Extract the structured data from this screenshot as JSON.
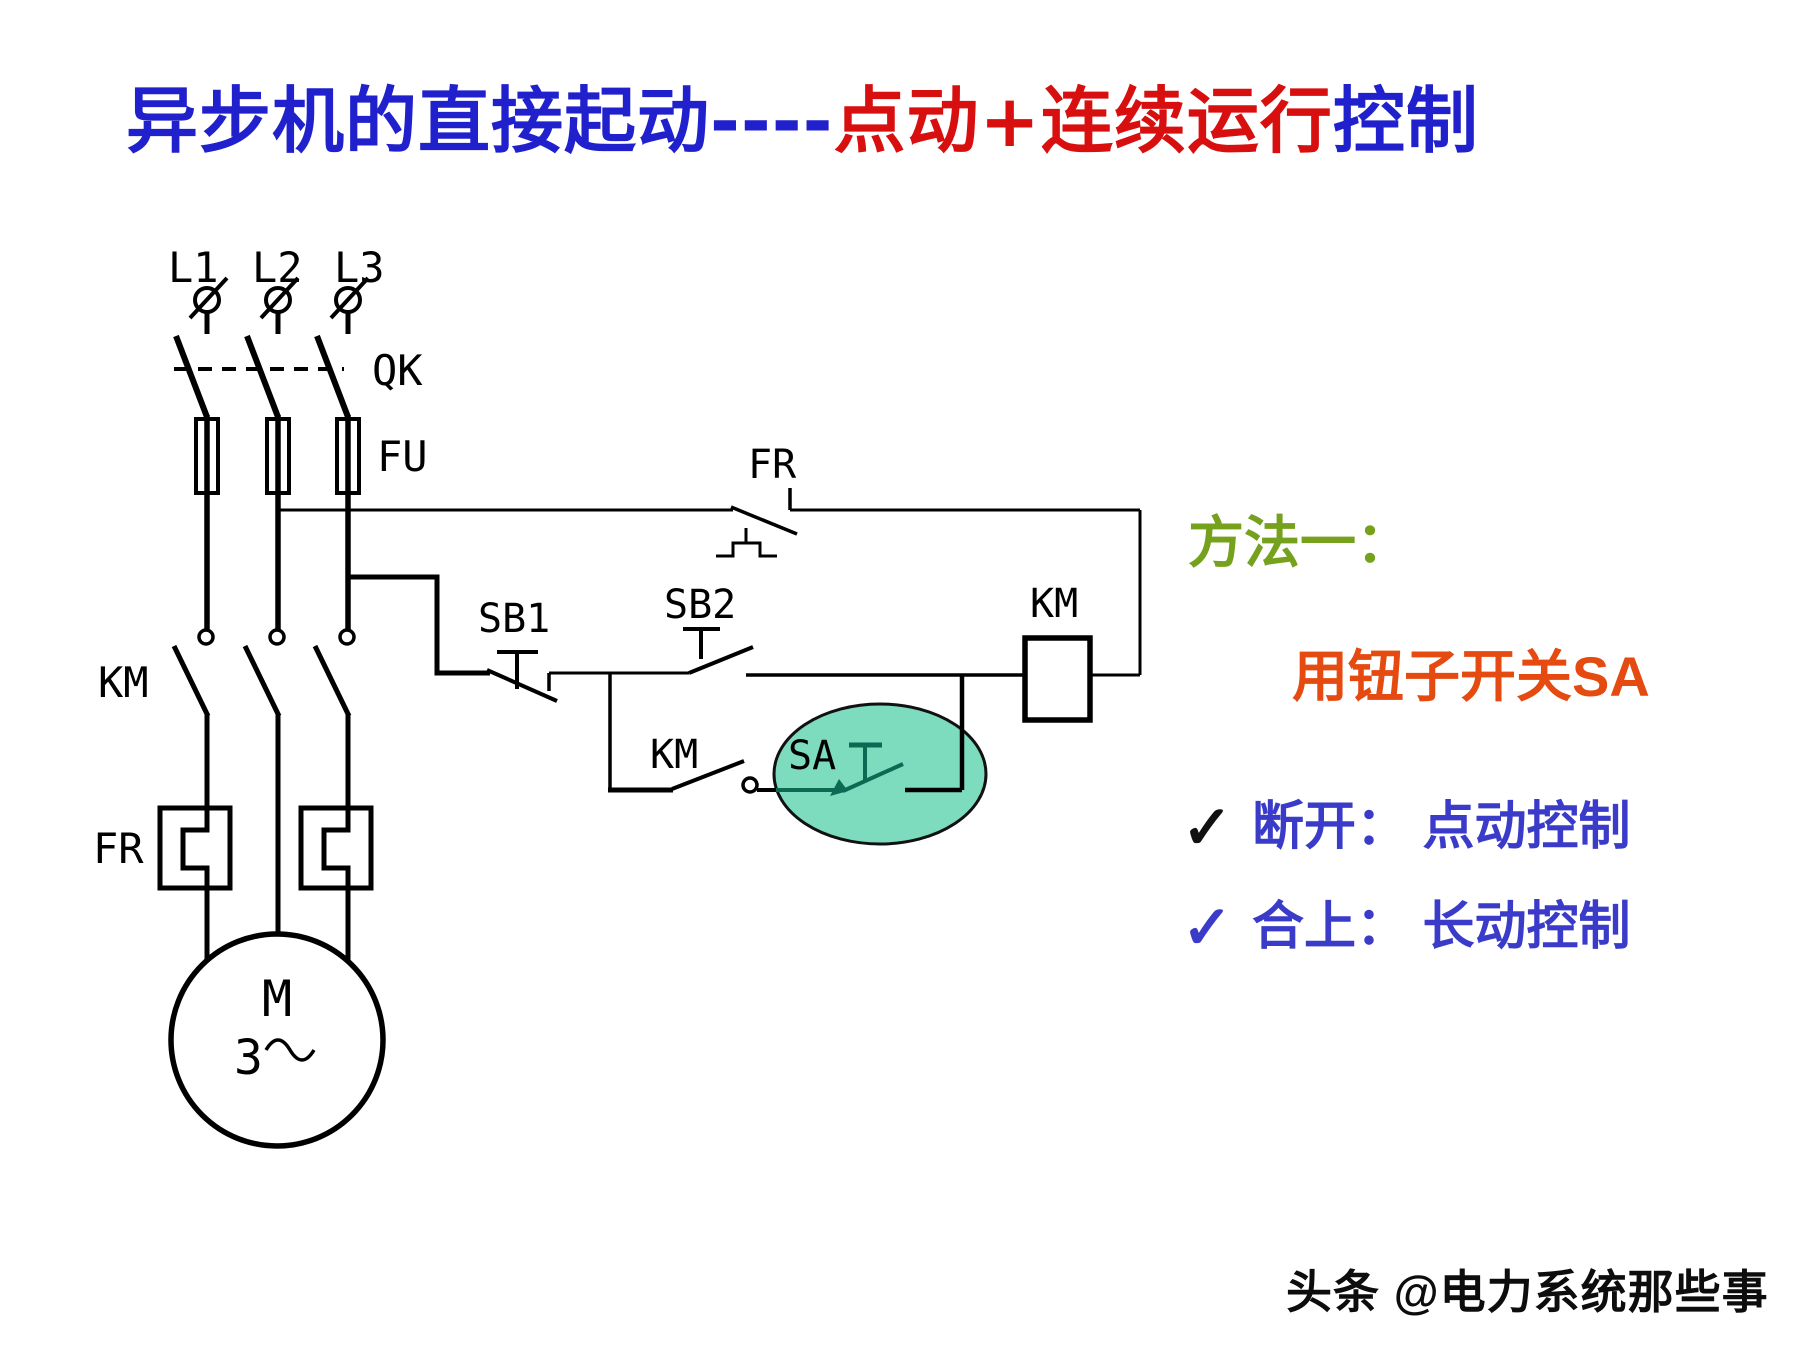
{
  "title": {
    "part1": "异步机的直接起动----",
    "part2": "点动+连续运行",
    "part3": "控制"
  },
  "labels": {
    "l1": "L1",
    "l2": "L2",
    "l3": "L3",
    "qk": "QK",
    "fu": "FU",
    "km_main": "KM",
    "fr_main": "FR",
    "motor_m": "M",
    "motor_phase": "3",
    "fr_ctrl": "FR",
    "sb1": "SB1",
    "sb2": "SB2",
    "km_aux": "KM",
    "sa": "SA",
    "km_coil": "KM"
  },
  "notes": {
    "method_title": "方法一：",
    "subtitle": "用钮子开关SA",
    "bullets": [
      {
        "check": "✓",
        "text": "断开： 点动控制"
      },
      {
        "check": "✓",
        "text": "合上： 长动控制"
      }
    ]
  },
  "watermark": "头条 @电力系统那些事",
  "colors": {
    "title_blue": "#2020cc",
    "title_red": "#d80f0f",
    "method_green": "#76a11d",
    "subtitle_orange": "#e54a10",
    "note_blue": "#3b3bc9",
    "check1_black": "#111111",
    "sa_ellipse_fill": "#7ddcbe",
    "sa_symbol_teal": "#0b6a52",
    "wire_black": "#000000"
  }
}
